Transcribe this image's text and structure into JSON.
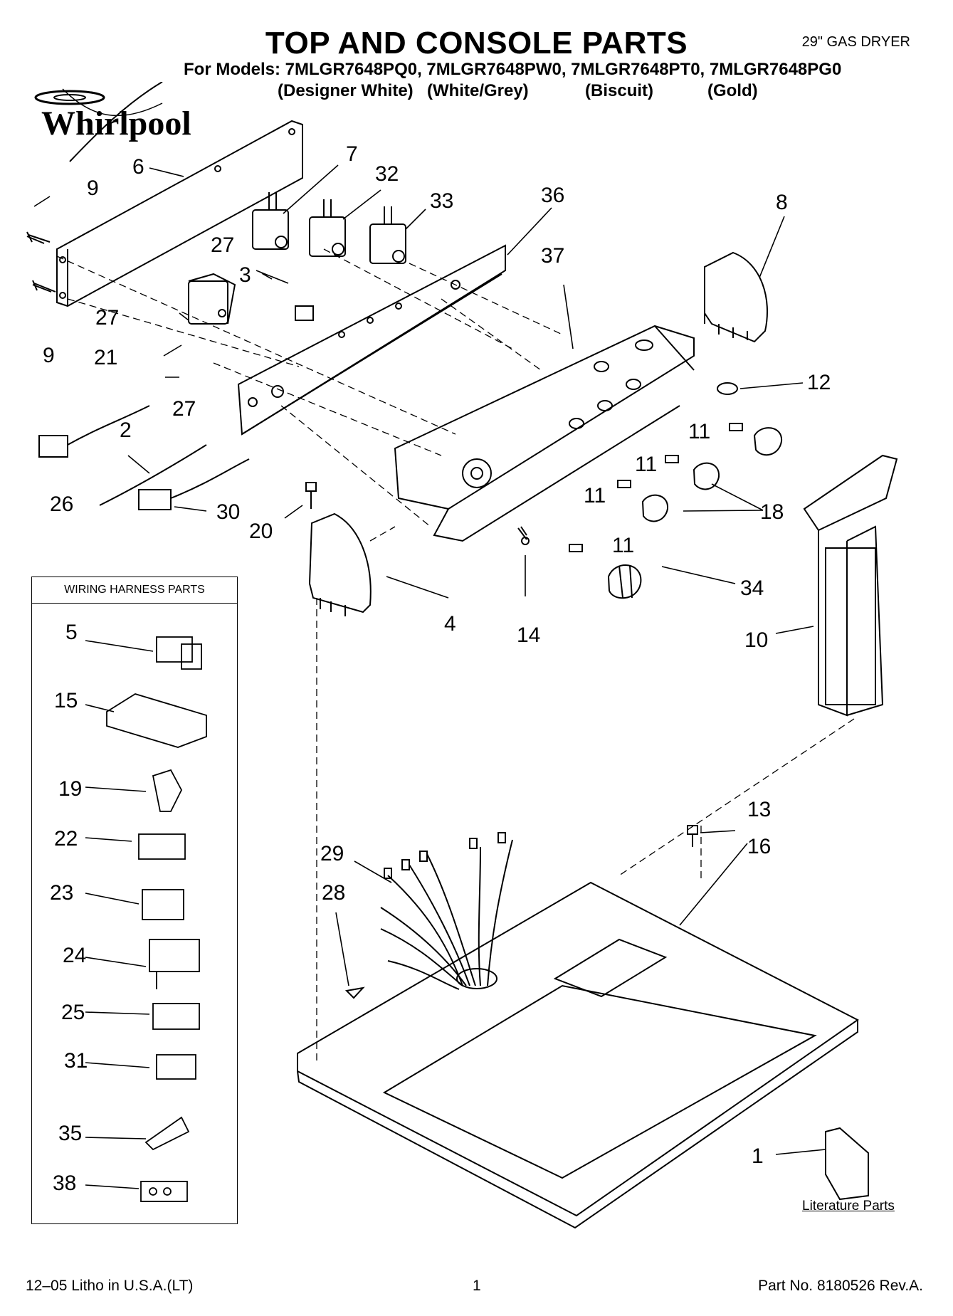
{
  "header": {
    "title": "TOP AND CONSOLE PARTS",
    "subtitle": "29\" GAS DRYER",
    "models_line": "For Models: 7MLGR7648PQ0, 7MLGR7648PW0, 7MLGR7648PT0, 7MLGR7648PG0",
    "variants": [
      "(Designer White)",
      "(White/Grey)",
      "(Biscuit)",
      "(Gold)"
    ]
  },
  "logo": {
    "text": "Whirlpool",
    "icon": "whirlpool-swirl-logo"
  },
  "callouts": {
    "c1": "1",
    "c2": "2",
    "c3": "3",
    "c4": "4",
    "c5": "5",
    "c6": "6",
    "c7": "7",
    "c8": "8",
    "c9a": "9",
    "c9b": "9",
    "c10": "10",
    "c11a": "11",
    "c11b": "11",
    "c11c": "11",
    "c11d": "11",
    "c12": "12",
    "c13": "13",
    "c14": "14",
    "c15": "15",
    "c16": "16",
    "c18": "18",
    "c19": "19",
    "c20": "20",
    "c21": "21",
    "c22": "22",
    "c23": "23",
    "c24": "24",
    "c25": "25",
    "c26": "26",
    "c27a": "27",
    "c27b": "27",
    "c27c": "27",
    "c28": "28",
    "c29": "29",
    "c30": "30",
    "c31": "31",
    "c32": "32",
    "c33": "33",
    "c34": "34",
    "c35": "35",
    "c36": "36",
    "c37": "37",
    "c38": "38"
  },
  "wiring_box": {
    "heading": "WIRING HARNESS PARTS"
  },
  "literature": {
    "label": "Literature Parts"
  },
  "footer": {
    "left": "12–05 Litho in U.S.A.(LT)",
    "page": "1",
    "right": "Part No. 8180526 Rev.A."
  }
}
